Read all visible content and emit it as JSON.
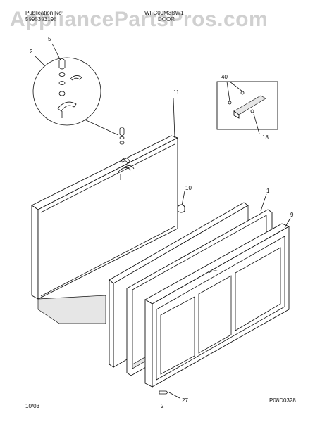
{
  "header": {
    "publication_label": "Publication No",
    "publication_number": "5995393198",
    "model": "WFC09M3BW1",
    "section_title": "DOOR"
  },
  "watermark": "AppliancePartsPros.com",
  "callouts": [
    {
      "id": "c2",
      "label": "2"
    },
    {
      "id": "c5",
      "label": "5"
    },
    {
      "id": "c11",
      "label": "11"
    },
    {
      "id": "c40",
      "label": "40"
    },
    {
      "id": "c18",
      "label": "18"
    },
    {
      "id": "c10",
      "label": "10"
    },
    {
      "id": "c1",
      "label": "1"
    },
    {
      "id": "c9",
      "label": "9"
    },
    {
      "id": "c27",
      "label": "27"
    }
  ],
  "footer": {
    "date": "10/03",
    "page": "2",
    "drawing_code": "P08D0328"
  }
}
